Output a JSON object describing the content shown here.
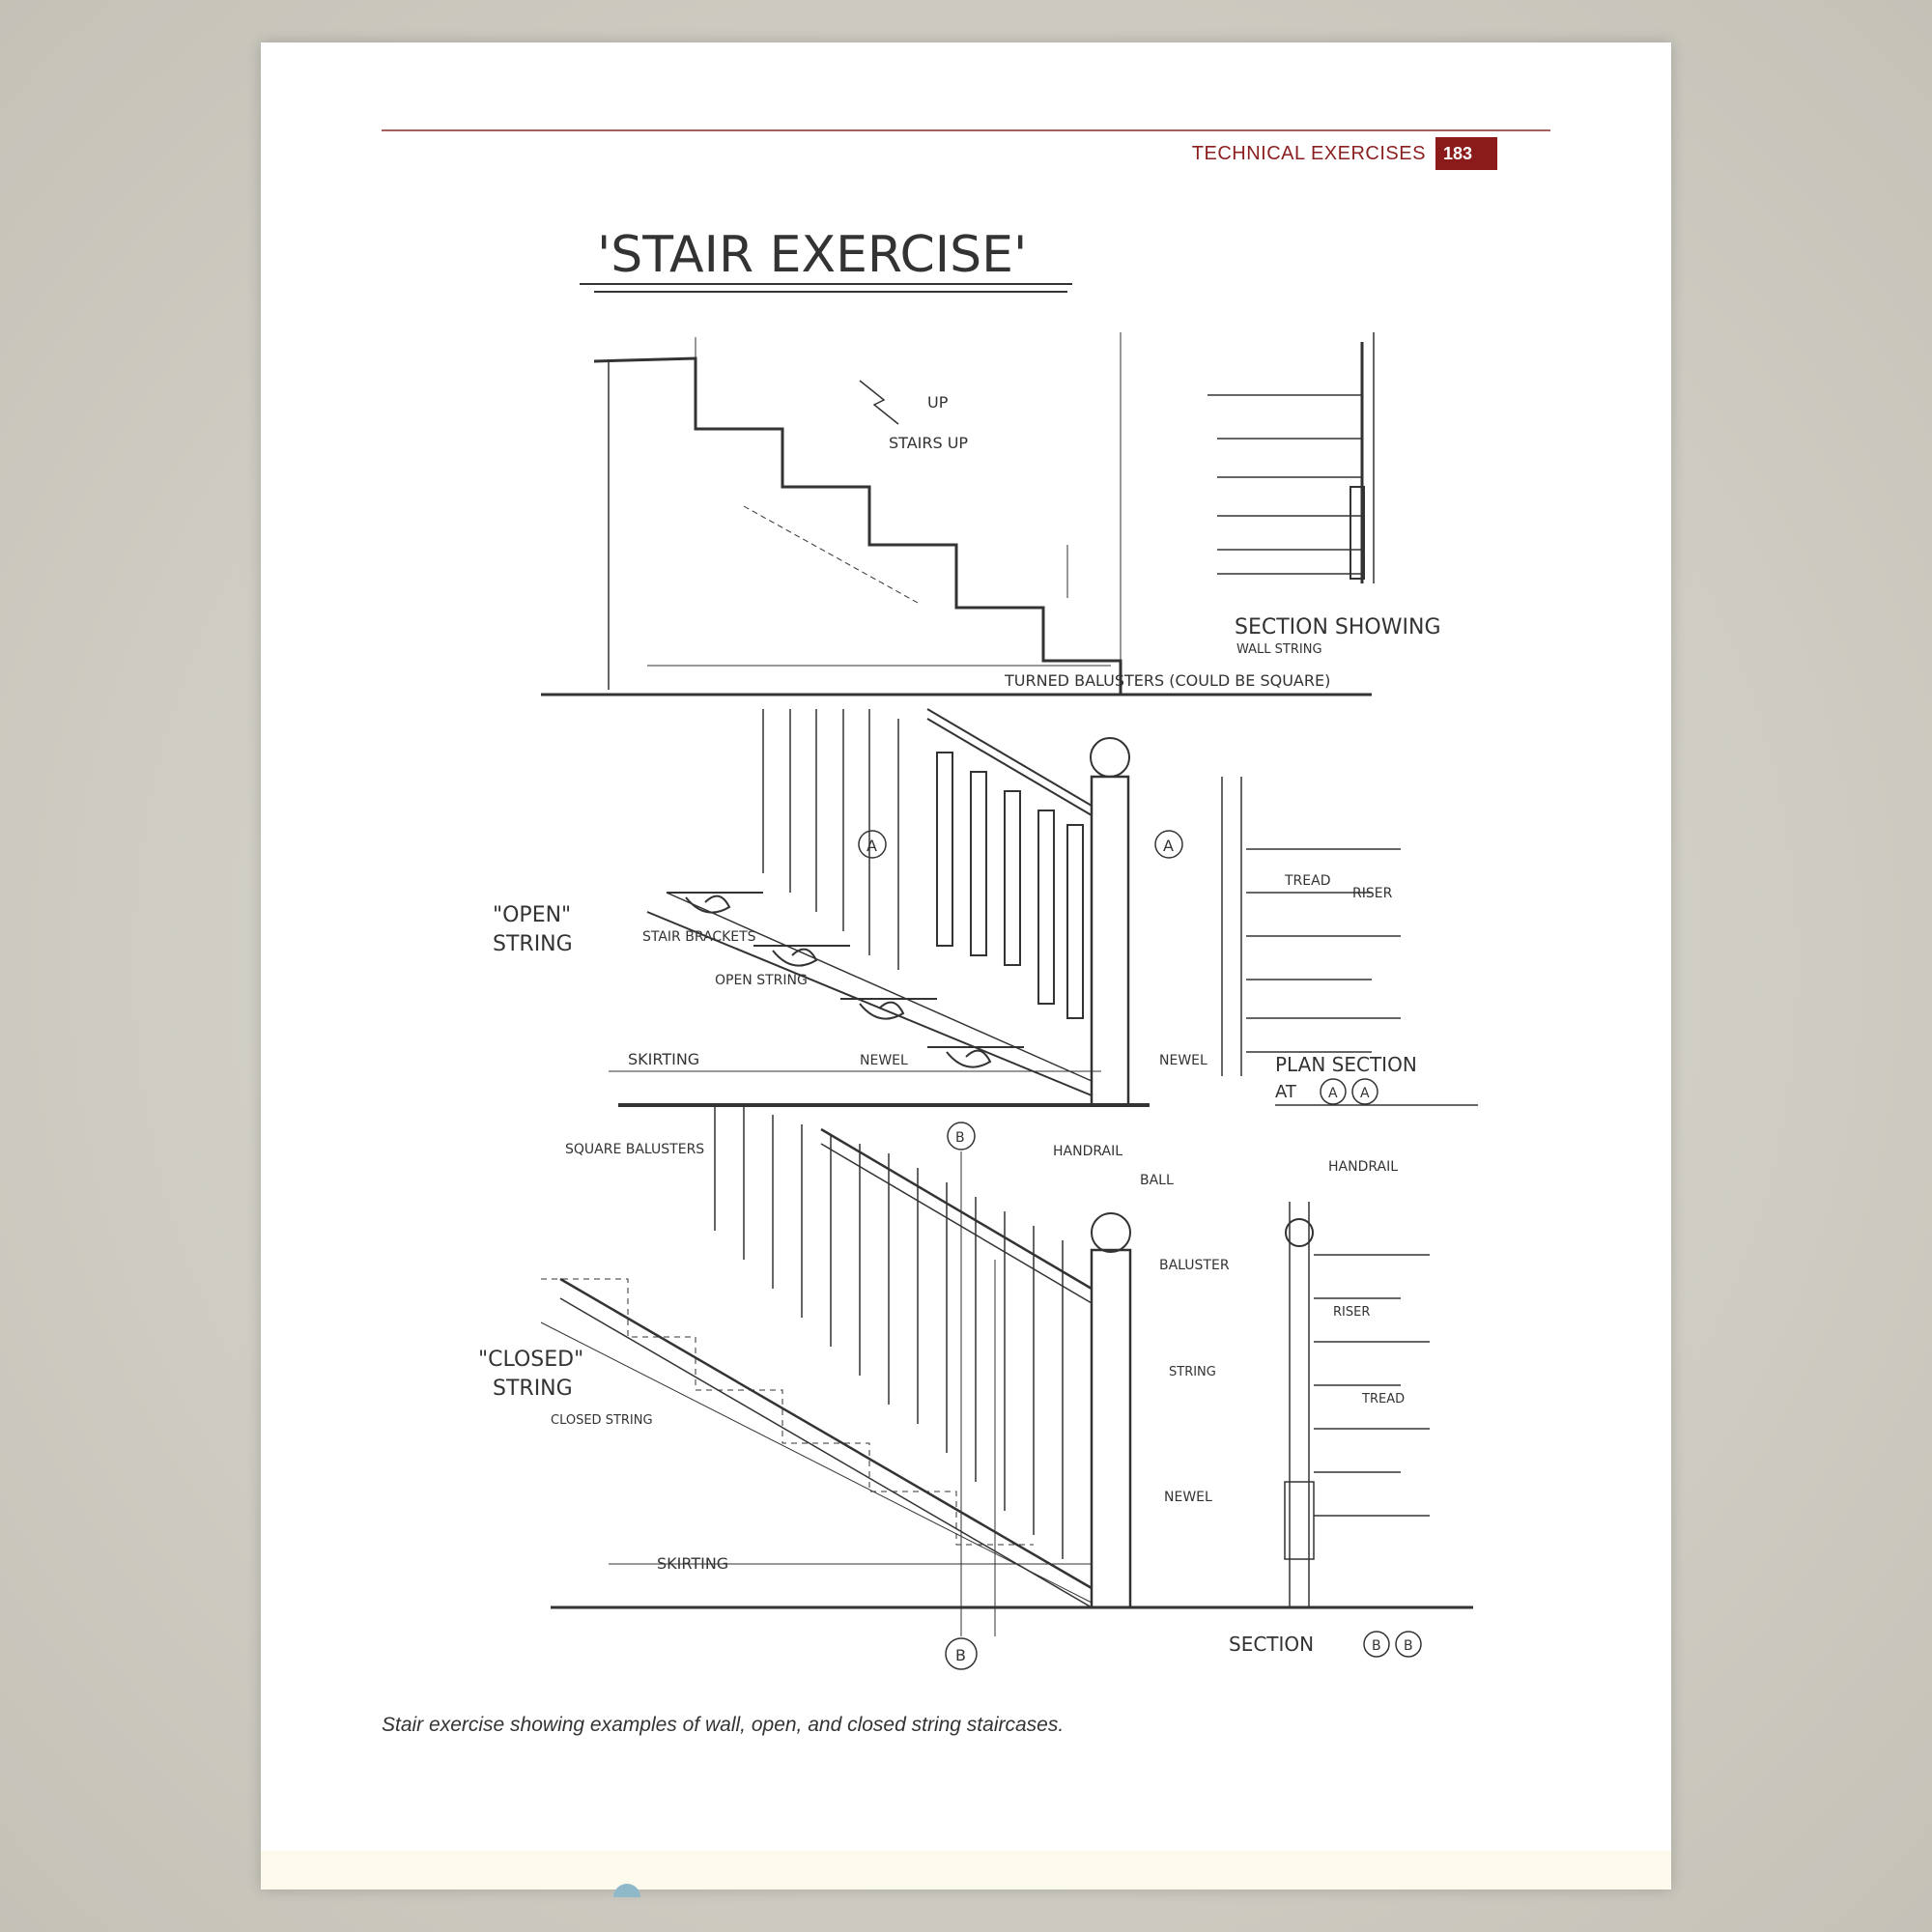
{
  "running_head": {
    "section": "TECHNICAL EXERCISES",
    "page_number": "183"
  },
  "drawing": {
    "title": "'STAIR EXERCISE'",
    "labels": {
      "stairs_up": "STAIRS UP",
      "up": "UP",
      "section_showing": "SECTION SHOWING",
      "wall_string": "WALL STRING",
      "turned_balusters": "TURNED BALUSTERS (COULD BE SQUARE)",
      "open_string_left": "\"OPEN\"",
      "open_string_left2": "STRING",
      "stair_brackets": "STAIR BRACKETS",
      "open_string": "OPEN STRING",
      "skirting": "SKIRTING",
      "newel": "NEWEL",
      "tread": "TREAD",
      "riser": "RISER",
      "plan_section": "PLAN SECTION",
      "at": "AT",
      "square_balusters": "SQUARE BALUSTERS",
      "handrail": "HANDRAIL",
      "ball": "BALL",
      "baluster": "BALUSTER",
      "closed_string_left": "\"CLOSED\"",
      "closed_string_left2": "STRING",
      "closed_string": "CLOSED STRING",
      "string": "STRING",
      "section": "SECTION",
      "marker_a": "A",
      "marker_b": "B"
    }
  },
  "caption": "Stair exercise showing examples of wall, open, and closed string staircases."
}
